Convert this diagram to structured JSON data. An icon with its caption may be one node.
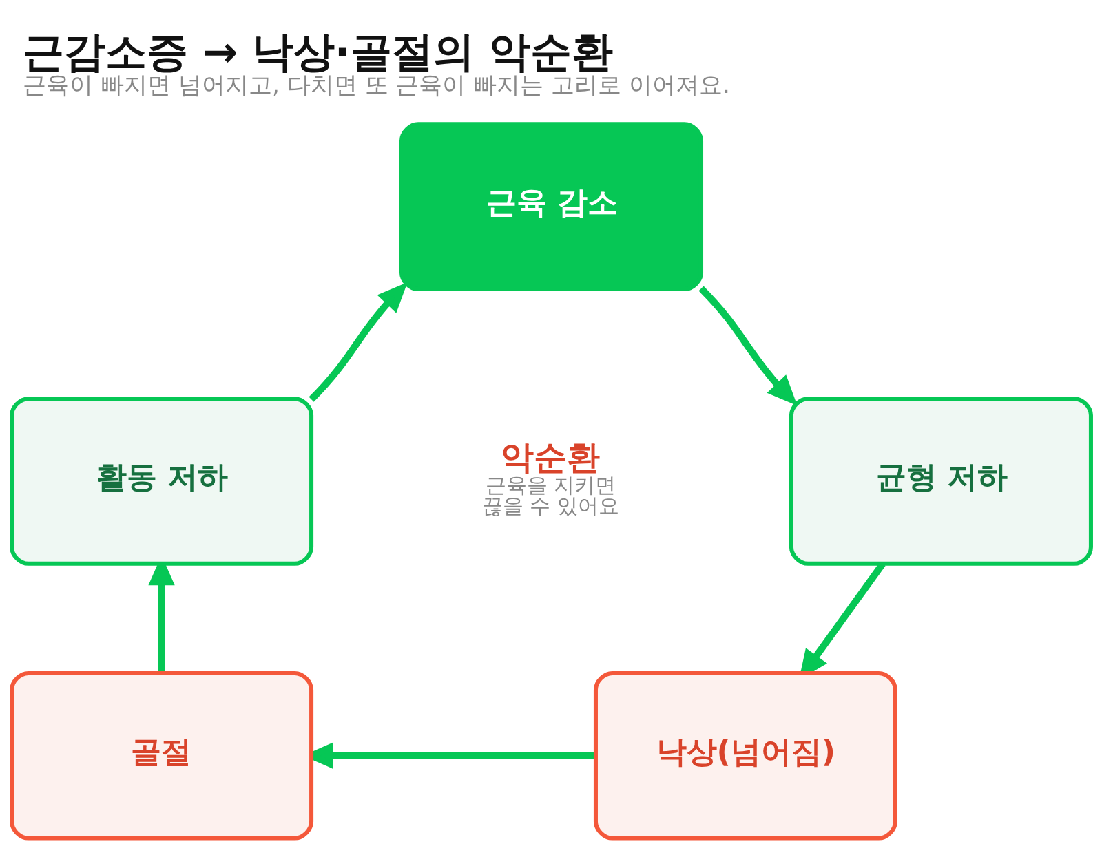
{
  "diagram": {
    "title": "근감소증 → 낙상·골절의 악순환",
    "caption": "근육이 빠지면 넘어지고, 다치면 또 근육이 빠지는 고리로 이어져요.",
    "nodes": [
      {
        "text": [
          "근육 감소"
        ]
      },
      {
        "text": [
          "균형 저하"
        ]
      },
      {
        "text": [
          "낙상(넘어짐)"
        ]
      },
      {
        "text": [
          "골절"
        ]
      },
      {
        "text": [
          "활동 저하"
        ]
      }
    ],
    "edges": [
      {
        "from": 0,
        "to": 1,
        "arrow": "to"
      },
      {
        "from": 1,
        "to": 2,
        "arrow": "to"
      },
      {
        "from": 2,
        "to": 3,
        "arrow": "to"
      },
      {
        "from": 3,
        "to": 4,
        "arrow": "to"
      },
      {
        "from": 4,
        "to": 0,
        "arrow": "to"
      }
    ],
    "labels": [
      "악순환",
      "근육을 지키면 끊을 수 있어요"
    ]
  }
}
